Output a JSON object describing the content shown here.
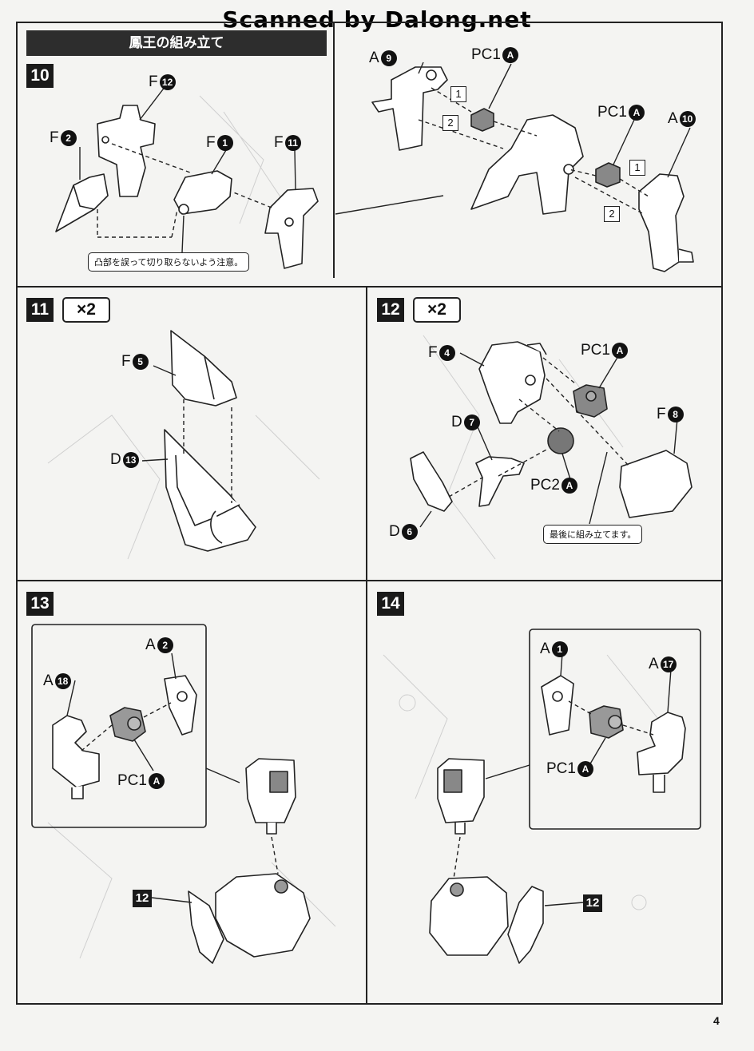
{
  "watermark": "Scanned by Dalong.net",
  "section_title": "鳳王の組み立て",
  "page_number": "4",
  "steps": {
    "s10": {
      "number": "10",
      "labels": {
        "f12": {
          "letter": "F",
          "num": "12"
        },
        "f2": {
          "letter": "F",
          "num": "2"
        },
        "f1": {
          "letter": "F",
          "num": "1"
        },
        "f11": {
          "letter": "F",
          "num": "11"
        },
        "a9": {
          "letter": "A",
          "num": "9"
        },
        "pc1_a_top": {
          "letter": "PC1",
          "num": "A"
        },
        "pc1_a_right": {
          "letter": "PC1",
          "num": "A"
        },
        "a10": {
          "letter": "A",
          "num": "10"
        }
      },
      "order_marks": [
        "1",
        "2",
        "1",
        "2"
      ],
      "note": "凸部を誤って切り取らないよう注意。"
    },
    "s11": {
      "number": "11",
      "multiplier": "×2",
      "labels": {
        "f5": {
          "letter": "F",
          "num": "5"
        },
        "d13": {
          "letter": "D",
          "num": "13"
        }
      }
    },
    "s12": {
      "number": "12",
      "multiplier": "×2",
      "labels": {
        "f4": {
          "letter": "F",
          "num": "4"
        },
        "pc1a": {
          "letter": "PC1",
          "num": "A"
        },
        "d7": {
          "letter": "D",
          "num": "7"
        },
        "f8": {
          "letter": "F",
          "num": "8"
        },
        "d6": {
          "letter": "D",
          "num": "6"
        },
        "pc2a": {
          "letter": "PC2",
          "num": "A"
        }
      },
      "note": "最後に組み立てます。"
    },
    "s13": {
      "number": "13",
      "labels": {
        "a2": {
          "letter": "A",
          "num": "2"
        },
        "a18": {
          "letter": "A",
          "num": "18"
        },
        "pc1a": {
          "letter": "PC1",
          "num": "A"
        }
      },
      "ref": "12"
    },
    "s14": {
      "number": "14",
      "labels": {
        "a1": {
          "letter": "A",
          "num": "1"
        },
        "a17": {
          "letter": "A",
          "num": "17"
        },
        "pc1a": {
          "letter": "PC1",
          "num": "A"
        }
      },
      "ref": "12"
    }
  }
}
